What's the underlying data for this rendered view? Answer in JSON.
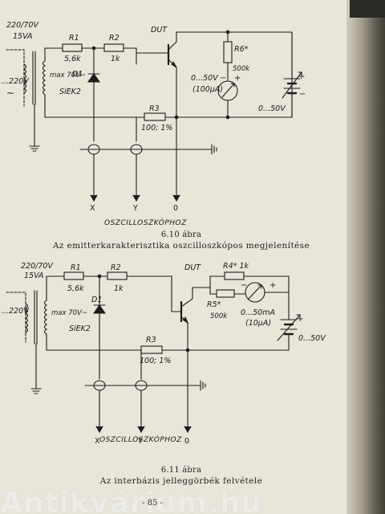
{
  "figure1": {
    "label_transformer_rating": "220/70V",
    "label_transformer_va": "15VA",
    "label_input_voltage": "...220V",
    "label_mains_symbol": "~",
    "label_secondary": "max 70V~",
    "label_r1": "R1",
    "label_r1_value": "5,6k",
    "label_r2": "R2",
    "label_r2_value": "1k",
    "label_d1": "D1",
    "label_d1_type": "SiEK2",
    "label_dut": "DUT",
    "label_r6": "R6*",
    "label_r6_value": "500k",
    "label_meter_range": "0...50V",
    "label_meter_current": "(100μA)",
    "label_supply": "0...50V",
    "label_r3": "R3",
    "label_r3_value": "100; 1%",
    "label_x": "X",
    "label_y": "Y",
    "label_zero": "0",
    "label_to_scope": "OSZCILLOSZKÓPHOZ",
    "caption_number": "6.10 ábra",
    "caption_text": "Az emitterkarakterisztika oszcilloszkópos megjelenítése"
  },
  "figure2": {
    "label_transformer_rating": "220/70V",
    "label_transformer_va": "15VA",
    "label_input_voltage": "...220V",
    "label_secondary": "max 70V~",
    "label_r1": "R1",
    "label_r1_value": "5,6k",
    "label_r2": "R2",
    "label_r2_value": "1k",
    "label_d1": "D1",
    "label_d1_type": "SiEK2",
    "label_dut": "DUT",
    "label_r4": "R4* 1k",
    "label_r5": "R5*",
    "label_r5_value": "500k",
    "label_meter_range": "0...50mA",
    "label_meter_current": "(10μA)",
    "label_supply": "0...50V",
    "label_r3": "R3",
    "label_r3_value": "100; 1%",
    "label_x": "X",
    "label_y": "Y",
    "label_zero": "0",
    "label_to_scope": "OSZCILLOSZKÓPHOZ",
    "caption_number": "6.11 ábra",
    "caption_text": "Az interbázis jelleggörbék felvétele"
  },
  "footer": {
    "page_number": "- 85 -",
    "watermark": "Antikvárium.hu"
  }
}
